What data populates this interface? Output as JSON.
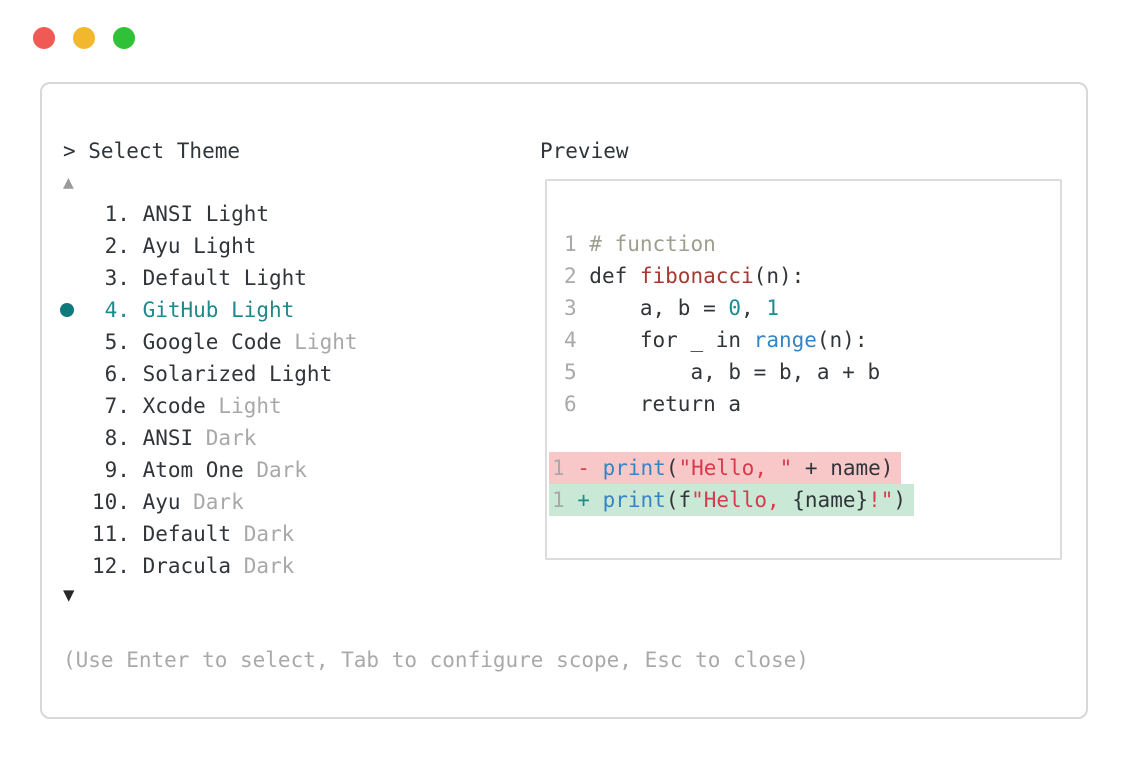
{
  "window": {
    "controls": [
      {
        "name": "close-button",
        "color": "#f05a55"
      },
      {
        "name": "minimize-button",
        "color": "#f3b72e"
      },
      {
        "name": "zoom-button",
        "color": "#31c138"
      }
    ]
  },
  "picker": {
    "title": "> Select Theme",
    "scroll_up_icon": "▲",
    "scroll_down_icon": "▼",
    "items": [
      {
        "num": "1.",
        "name": "ANSI Light"
      },
      {
        "num": "2.",
        "name": "Ayu Light"
      },
      {
        "num": "3.",
        "name": "Default Light"
      },
      {
        "num": "4.",
        "name": "GitHub Light",
        "selected": true
      },
      {
        "num": "5.",
        "name": "Google Code",
        "dim": "Light"
      },
      {
        "num": "6.",
        "name": "Solarized Light"
      },
      {
        "num": "7.",
        "name": "Xcode",
        "dim": "Light"
      },
      {
        "num": "8.",
        "name": "ANSI",
        "dim": "Dark"
      },
      {
        "num": "9.",
        "name": "Atom One",
        "dim": "Dark"
      },
      {
        "num": "10.",
        "name": "Ayu",
        "dim": "Dark"
      },
      {
        "num": "11.",
        "name": "Default",
        "dim": "Dark"
      },
      {
        "num": "12.",
        "name": "Dracula",
        "dim": "Dark"
      }
    ],
    "hint": "(Use Enter to select, Tab to configure scope, Esc to close)"
  },
  "preview": {
    "label": "Preview",
    "code_lines": [
      {
        "tokens": [
          {
            "t": "1 ",
            "c": "ln"
          },
          {
            "t": "# function",
            "c": "cm"
          }
        ]
      },
      {
        "tokens": [
          {
            "t": "2 ",
            "c": "ln"
          },
          {
            "t": "def ",
            "c": "tx"
          },
          {
            "t": "fibonacci",
            "c": "fn"
          },
          {
            "t": "(n):",
            "c": "tx"
          }
        ]
      },
      {
        "tokens": [
          {
            "t": "3 ",
            "c": "ln"
          },
          {
            "t": "    a, b = ",
            "c": "tx"
          },
          {
            "t": "0",
            "c": "num"
          },
          {
            "t": ", ",
            "c": "tx"
          },
          {
            "t": "1",
            "c": "num"
          }
        ]
      },
      {
        "tokens": [
          {
            "t": "4 ",
            "c": "ln"
          },
          {
            "t": "    for _ in ",
            "c": "tx"
          },
          {
            "t": "range",
            "c": "blue"
          },
          {
            "t": "(n):",
            "c": "tx"
          }
        ]
      },
      {
        "tokens": [
          {
            "t": "5 ",
            "c": "ln"
          },
          {
            "t": "        a, b = b, a + b",
            "c": "tx"
          }
        ]
      },
      {
        "tokens": [
          {
            "t": "6 ",
            "c": "ln"
          },
          {
            "t": "    return a",
            "c": "tx"
          }
        ]
      },
      {
        "tokens": []
      },
      {
        "bg": "del-bg",
        "tokens": [
          {
            "t": "1 ",
            "c": "ln"
          },
          {
            "t": "- ",
            "c": "del"
          },
          {
            "t": "print",
            "c": "blue"
          },
          {
            "t": "(",
            "c": "tx"
          },
          {
            "t": "\"Hello, \"",
            "c": "str"
          },
          {
            "t": " + name)",
            "c": "tx"
          }
        ]
      },
      {
        "bg": "add-bg",
        "tokens": [
          {
            "t": "1 ",
            "c": "ln"
          },
          {
            "t": "+ ",
            "c": "add"
          },
          {
            "t": "print",
            "c": "blue"
          },
          {
            "t": "(f",
            "c": "tx"
          },
          {
            "t": "\"Hello, ",
            "c": "str"
          },
          {
            "t": "{name}",
            "c": "tx"
          },
          {
            "t": "!\"",
            "c": "str"
          },
          {
            "t": ")",
            "c": "tx"
          }
        ]
      }
    ]
  },
  "colors": {
    "accent_teal": "#1f8a8c",
    "bullet_teal": "#10797c",
    "function_red": "#a43a32",
    "string_red": "#d8394d",
    "builtin_blue": "#3585c5",
    "number_teal": "#1b8d8f",
    "comment_gray": "#9ca08f",
    "dim_gray": "#a8a8a8",
    "text_dark": "#30353a",
    "removed_bg": "#f8c8c9",
    "added_bg": "#c9e8d5",
    "panel_border": "#d8d8d8"
  }
}
